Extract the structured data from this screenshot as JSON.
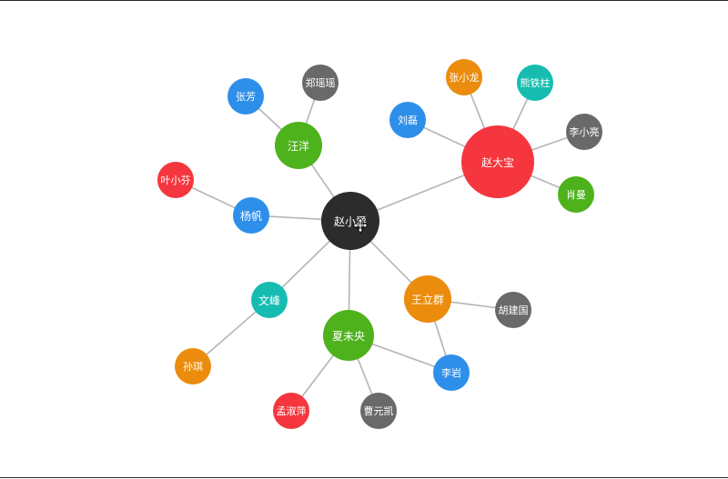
{
  "colors": {
    "dark": "#2c2c2c",
    "red": "#f5363e",
    "green": "#4db21b",
    "blue": "#2e8fea",
    "gray": "#696969",
    "orange": "#eb8c0d",
    "teal": "#17bcb1",
    "link": "#b4b4b4"
  },
  "nodes": [
    {
      "id": "n0",
      "label": "赵小爵",
      "color": "dark",
      "level": 0
    },
    {
      "id": "n1",
      "label": "赵大宝",
      "color": "red",
      "level": 1
    },
    {
      "id": "n2",
      "label": "汪洋",
      "color": "green",
      "level": 1
    },
    {
      "id": "n3",
      "label": "杨帆",
      "color": "blue",
      "level": 1
    },
    {
      "id": "n4",
      "label": "文峰",
      "color": "teal",
      "level": 1
    },
    {
      "id": "n5",
      "label": "夏未央",
      "color": "green",
      "level": 1
    },
    {
      "id": "n6",
      "label": "王立群",
      "color": "orange",
      "level": 1
    },
    {
      "id": "n7",
      "label": "张芳",
      "color": "blue",
      "level": 2
    },
    {
      "id": "n8",
      "label": "郑瑶瑶",
      "color": "gray",
      "level": 2
    },
    {
      "id": "n9",
      "label": "叶小芬",
      "color": "red",
      "level": 2
    },
    {
      "id": "n10",
      "label": "孙琪",
      "color": "orange",
      "level": 2
    },
    {
      "id": "n11",
      "label": "孟淑萍",
      "color": "red",
      "level": 2
    },
    {
      "id": "n12",
      "label": "曹元凯",
      "color": "gray",
      "level": 2
    },
    {
      "id": "n13",
      "label": "李岩",
      "color": "blue",
      "level": 2
    },
    {
      "id": "n14",
      "label": "胡建国",
      "color": "gray",
      "level": 2
    },
    {
      "id": "n15",
      "label": "刘磊",
      "color": "blue",
      "level": 2
    },
    {
      "id": "n16",
      "label": "张小龙",
      "color": "orange",
      "level": 2
    },
    {
      "id": "n17",
      "label": "熊铁柱",
      "color": "teal",
      "level": 2
    },
    {
      "id": "n18",
      "label": "李小亮",
      "color": "gray",
      "level": 2
    },
    {
      "id": "n19",
      "label": "肖曼",
      "color": "green",
      "level": 2
    }
  ],
  "links": [
    [
      "n0",
      "n1"
    ],
    [
      "n0",
      "n2"
    ],
    [
      "n0",
      "n3"
    ],
    [
      "n0",
      "n4"
    ],
    [
      "n0",
      "n5"
    ],
    [
      "n0",
      "n6"
    ],
    [
      "n2",
      "n7"
    ],
    [
      "n2",
      "n8"
    ],
    [
      "n3",
      "n9"
    ],
    [
      "n4",
      "n10"
    ],
    [
      "n5",
      "n11"
    ],
    [
      "n5",
      "n12"
    ],
    [
      "n5",
      "n13"
    ],
    [
      "n6",
      "n13"
    ],
    [
      "n6",
      "n14"
    ],
    [
      "n1",
      "n15"
    ],
    [
      "n1",
      "n16"
    ],
    [
      "n1",
      "n17"
    ],
    [
      "n1",
      "n18"
    ],
    [
      "n1",
      "n19"
    ]
  ]
}
